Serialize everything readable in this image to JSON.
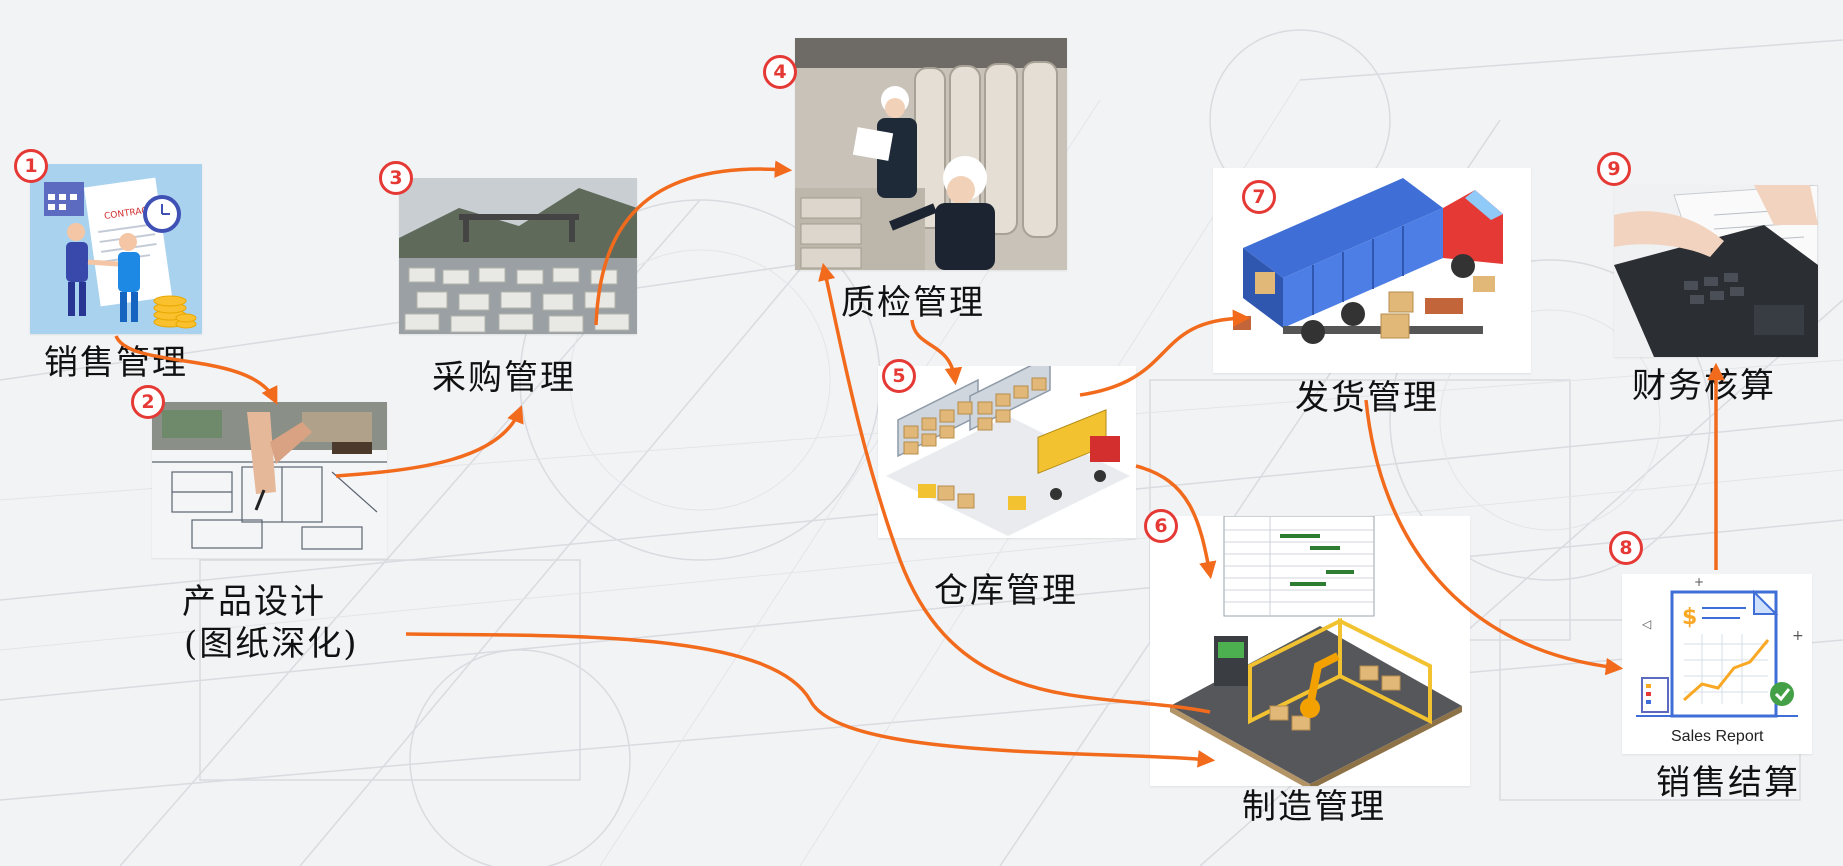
{
  "steps": [
    {
      "number": "1",
      "label": "销售管理",
      "icon": "contract-handshake-icon"
    },
    {
      "number": "2",
      "label": "产品设计",
      "label2": "(图纸深化)",
      "icon": "blueprint-drawing-photo"
    },
    {
      "number": "3",
      "label": "采购管理",
      "icon": "stone-quarry-photo"
    },
    {
      "number": "4",
      "label": "质检管理",
      "icon": "quality-inspection-photo"
    },
    {
      "number": "5",
      "label": "仓库管理",
      "icon": "warehouse-icon"
    },
    {
      "number": "6",
      "label": "制造管理",
      "icon": "factory-production-icon"
    },
    {
      "number": "7",
      "label": "发货管理",
      "icon": "delivery-truck-icon"
    },
    {
      "number": "8",
      "label": "销售结算",
      "icon": "sales-report-icon",
      "caption": "Sales Report"
    },
    {
      "number": "9",
      "label": "财务核算",
      "icon": "calculator-photo"
    }
  ],
  "colors": {
    "arrow": "#f26b1d",
    "badge": "#e53935"
  }
}
